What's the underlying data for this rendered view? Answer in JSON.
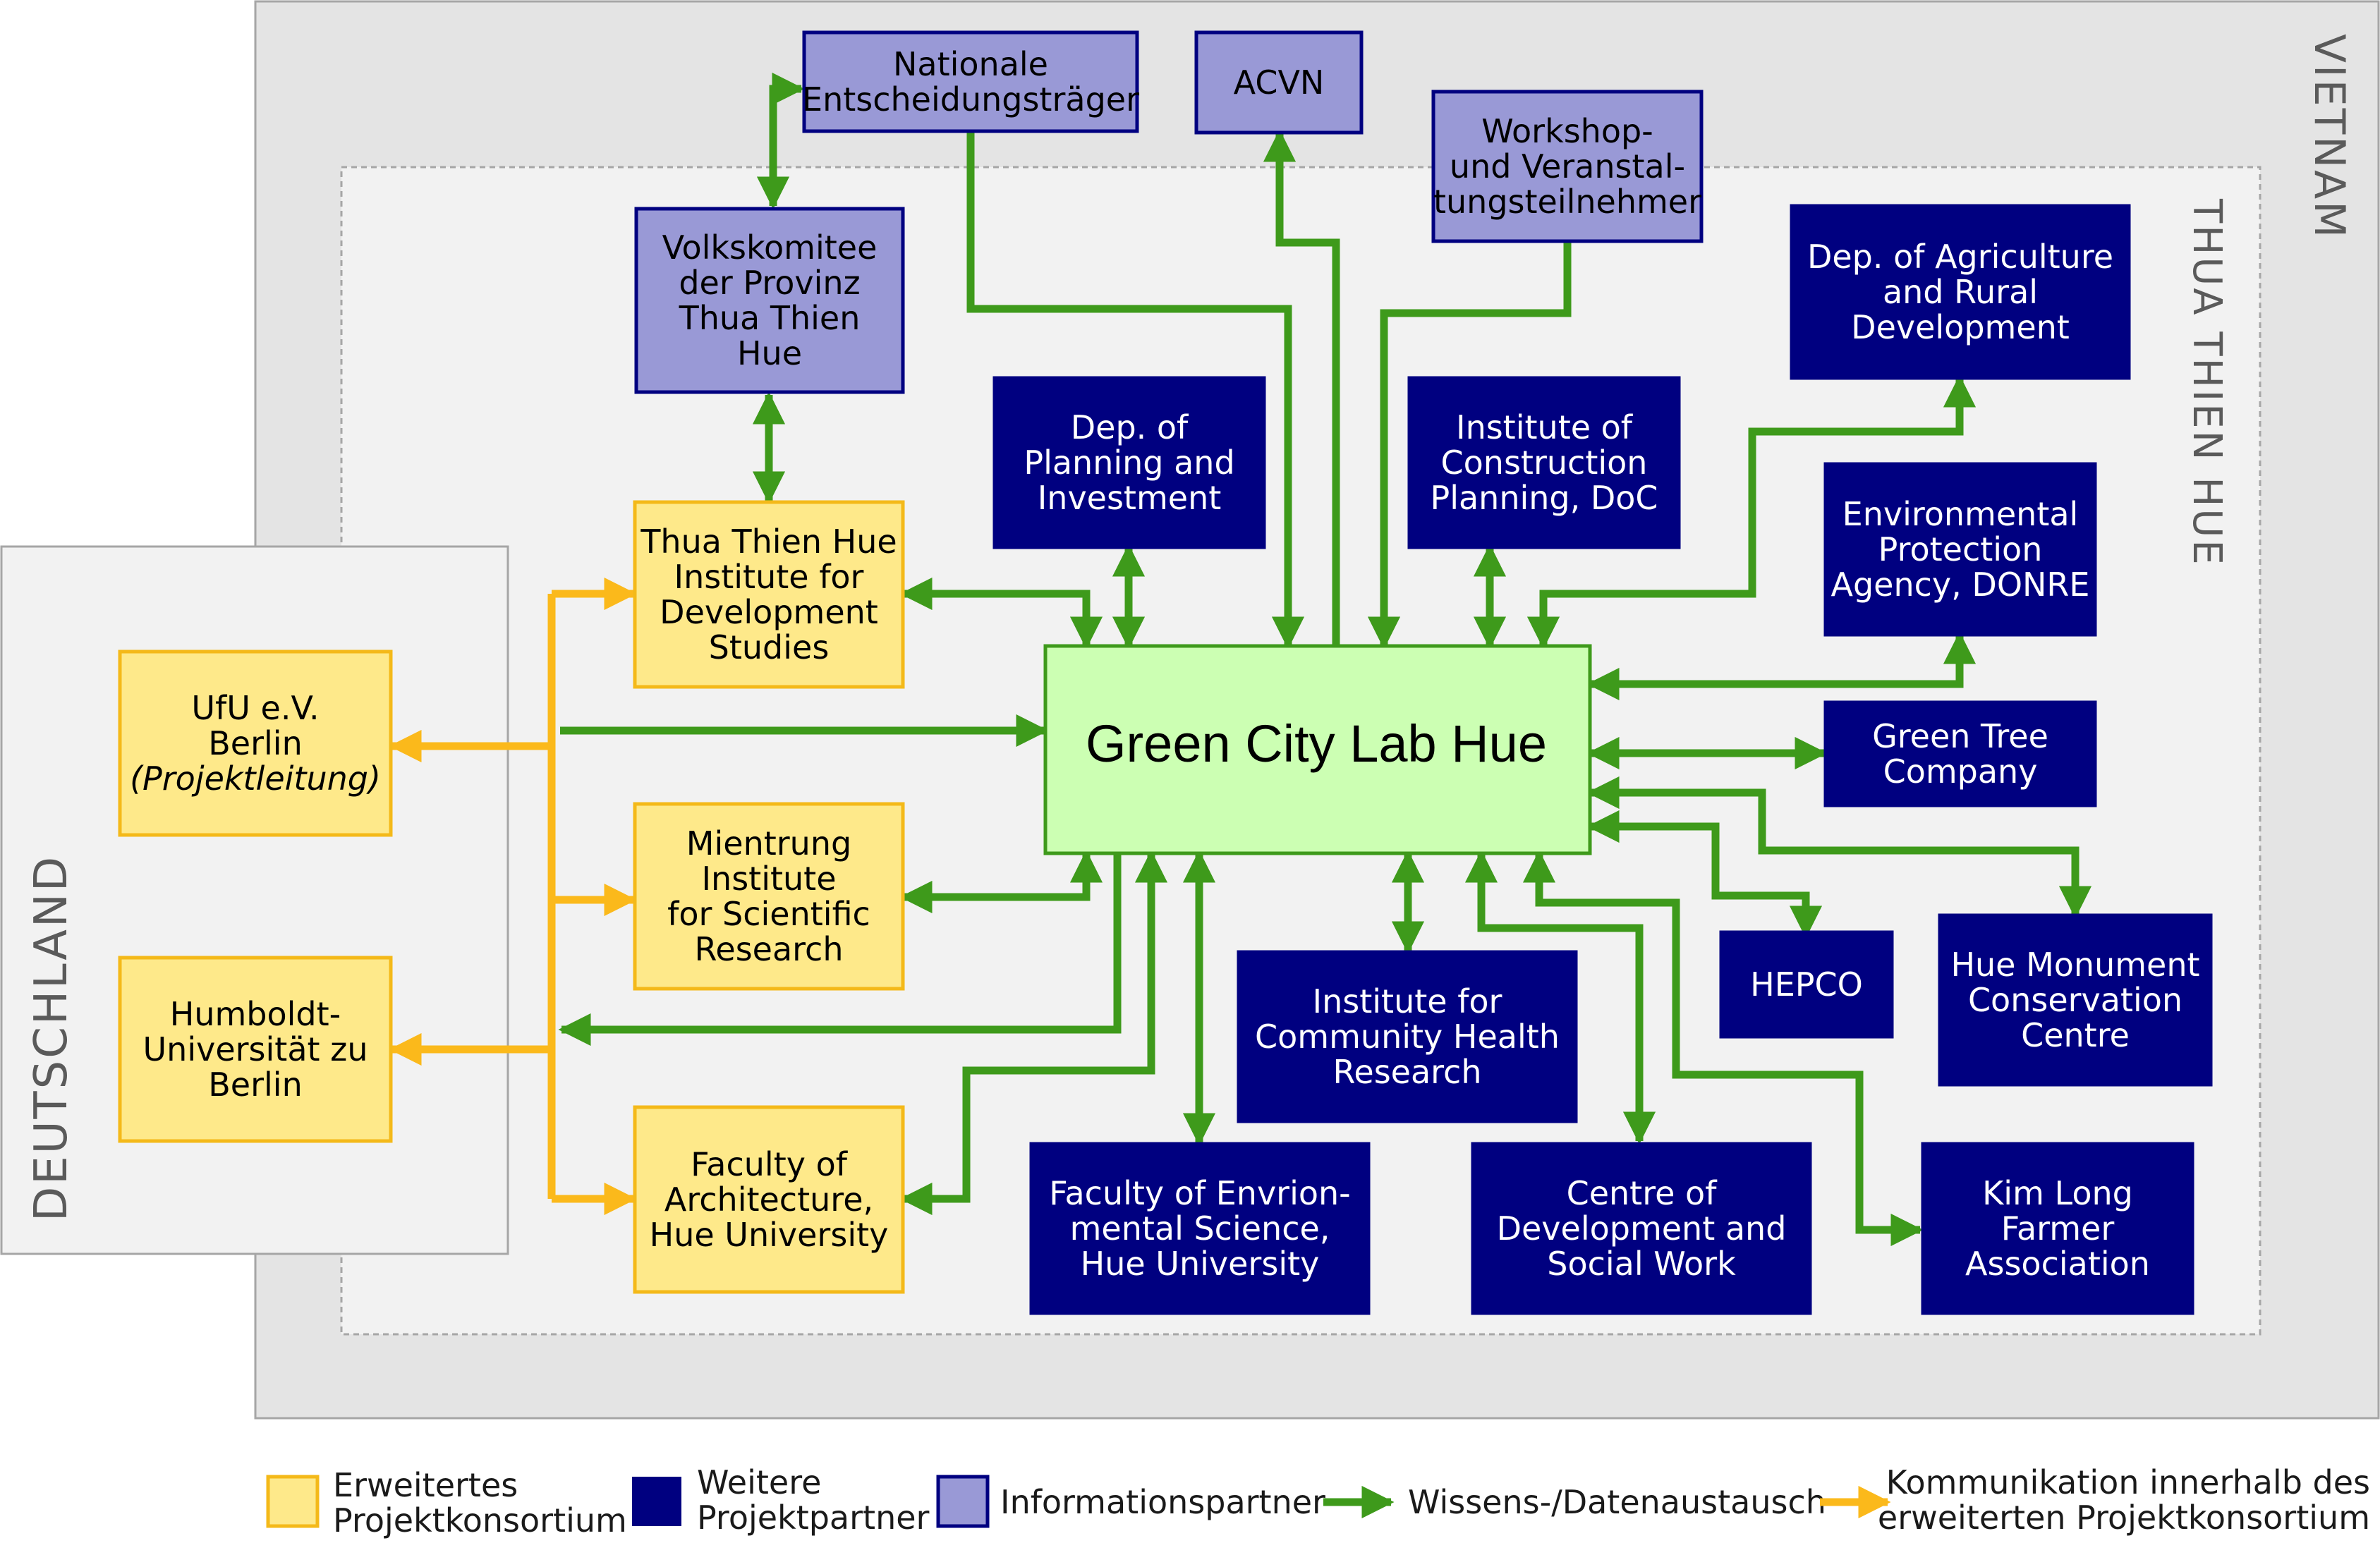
{
  "colors": {
    "consortium_fill": "#FEE98A",
    "consortium_border": "#F4B919",
    "partner_fill": "#000080",
    "partner_text": "#FFFFFF",
    "info_fill": "#9999D6",
    "info_border": "#000080",
    "hub_fill": "#CCFFB3",
    "hub_border": "#3E9A1B",
    "knowledge_arrow": "#3E9A1B",
    "communication_arrow": "#FBB91B",
    "region_outer_fill": "#E4E4E4",
    "region_inner_fill": "#F2F2F2",
    "region_germany_fill": "#F2F2F2"
  },
  "regions": {
    "vietnam": "Vietnam",
    "thua_thien_hue": "Thua Thien Hue",
    "deutschland": "Deutschland"
  },
  "hub": {
    "label": "Green City Lab Hue"
  },
  "nodes": {
    "nationale": {
      "lines": [
        "Nationale",
        "Entscheidungsträger"
      ],
      "type": "info"
    },
    "acvn": {
      "lines": [
        "ACVN"
      ],
      "type": "info"
    },
    "workshop": {
      "lines": [
        "Workshop-",
        "und Veranstal-",
        "tungsteilnehmer"
      ],
      "type": "info"
    },
    "volkskomitee": {
      "lines": [
        "Volkskomitee",
        "der Provinz",
        "Thua Thien",
        "Hue"
      ],
      "type": "info"
    },
    "dep_agriculture": {
      "lines": [
        "Dep. of Agriculture",
        "and Rural",
        "Development"
      ],
      "type": "partner"
    },
    "dep_planning": {
      "lines": [
        "Dep. of",
        "Planning and",
        "Investment"
      ],
      "type": "partner"
    },
    "institute_construction": {
      "lines": [
        "Institute of",
        "Construction",
        "Planning, DoC"
      ],
      "type": "partner"
    },
    "env_protection": {
      "lines": [
        "Environmental",
        "Protection",
        "Agency, DONRE"
      ],
      "type": "partner"
    },
    "thua_thien_hue_institute": {
      "lines": [
        "Thua Thien Hue",
        "Institute for",
        "Development",
        "Studies"
      ],
      "type": "consortium"
    },
    "ufu": {
      "lines": [
        "UfU e.V.",
        "Berlin",
        "(Projektleitung)"
      ],
      "type": "consortium"
    },
    "green_tree": {
      "lines": [
        "Green Tree",
        "Company"
      ],
      "type": "partner"
    },
    "mientrung": {
      "lines": [
        "Mientrung",
        "Institute",
        "for Scientific",
        "Research"
      ],
      "type": "consortium"
    },
    "hepco": {
      "lines": [
        "HEPCO"
      ],
      "type": "partner"
    },
    "hue_monument": {
      "lines": [
        "Hue Monument",
        "Conservation",
        "Centre"
      ],
      "type": "partner"
    },
    "community_health": {
      "lines": [
        "Institute for",
        "Community Health",
        "Research"
      ],
      "type": "partner"
    },
    "humboldt": {
      "lines": [
        "Humboldt-",
        "Universität zu",
        "Berlin"
      ],
      "type": "consortium"
    },
    "faculty_architecture": {
      "lines": [
        "Faculty of",
        "Architecture,",
        "Hue University"
      ],
      "type": "consortium"
    },
    "faculty_env": {
      "lines": [
        "Faculty of Envrion-",
        "mental Science,",
        "Hue University"
      ],
      "type": "partner"
    },
    "centre_development": {
      "lines": [
        "Centre of",
        "Development and",
        "Social Work"
      ],
      "type": "partner"
    },
    "kim_long": {
      "lines": [
        "Kim Long",
        "Farmer",
        "Association"
      ],
      "type": "partner"
    }
  },
  "legend": {
    "consortium": [
      "Erweitertes",
      "Projektkonsortium"
    ],
    "partner": [
      "Weitere",
      "Projektpartner"
    ],
    "info": [
      "Informationspartner"
    ],
    "knowledge": [
      "Wissens-/Datenaustausch"
    ],
    "communication": [
      "Kommunikation innerhalb des",
      "erweiterten Projektkonsortium"
    ]
  }
}
